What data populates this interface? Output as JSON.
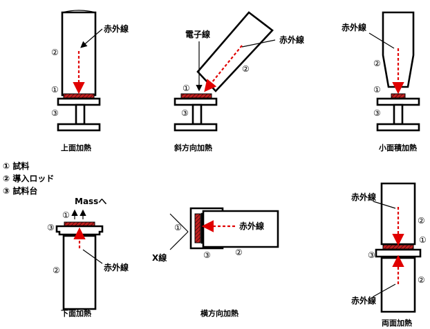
{
  "colors": {
    "ir": "#e00000",
    "sample": "#c02020",
    "stroke": "#000000"
  },
  "labels": {
    "infrared": "赤外線",
    "electron_beam": "電子線",
    "xray": "X線",
    "mass": "Massへ",
    "n1": "①",
    "n2": "②",
    "n3": "③"
  },
  "captions": {
    "top": "上面加熱",
    "oblique": "斜方向加熱",
    "small_area": "小面積加熱",
    "bottom": "下面加熱",
    "lateral": "横方向加熱",
    "both": "両面加熱"
  },
  "legend": [
    "① 試料",
    "② 導入ロッド",
    "③ 試料台"
  ]
}
